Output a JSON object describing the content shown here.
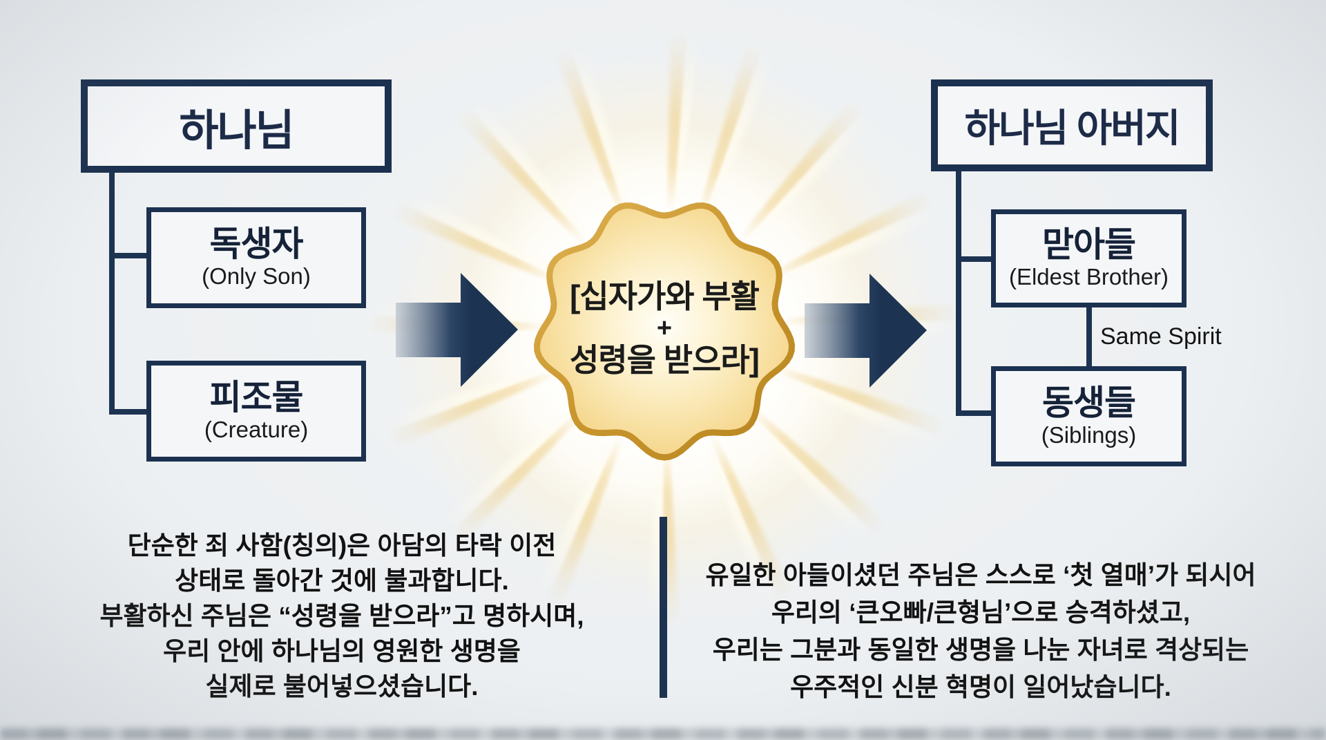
{
  "left_tree": {
    "root": "하나님",
    "children": [
      {
        "ko": "독생자",
        "en": "(Only Son)"
      },
      {
        "ko": "피조물",
        "en": "(Creature)"
      }
    ]
  },
  "badge": {
    "lines": [
      "[십자가와 부활",
      "+",
      "성령을 받으라]"
    ]
  },
  "right_tree": {
    "root": "하나님 아버지",
    "children": [
      {
        "ko": "맏아들",
        "en": "(Eldest Brother)"
      },
      {
        "ko": "동생들",
        "en": "(Siblings)"
      }
    ],
    "relation": "Same Spirit"
  },
  "notes": {
    "left": [
      "단순한 죄 사함(칭의)은 아담의 타락 이전",
      "상태로 돌아간 것에 불과합니다.",
      "부활하신 주님은 “성령을 받으라”고 명하시며,",
      "우리 안에 하나님의 영원한 생명을",
      "실제로 불어넣으셨습니다."
    ],
    "right": [
      "유일한 아들이셨던 주님은 스스로 ‘첫 열매’가 되시어",
      "우리의 ‘큰오빠/큰형님’으로 승격하셨고,",
      "우리는 그분과 동일한 생명을 나눈 자녀로 격상되는",
      "우주적인 신분 혁명이 일어났습니다."
    ]
  },
  "colors": {
    "navy": "#1d3352",
    "gold": "#c9962e",
    "background": "#edf0f2",
    "ink": "#121212"
  }
}
